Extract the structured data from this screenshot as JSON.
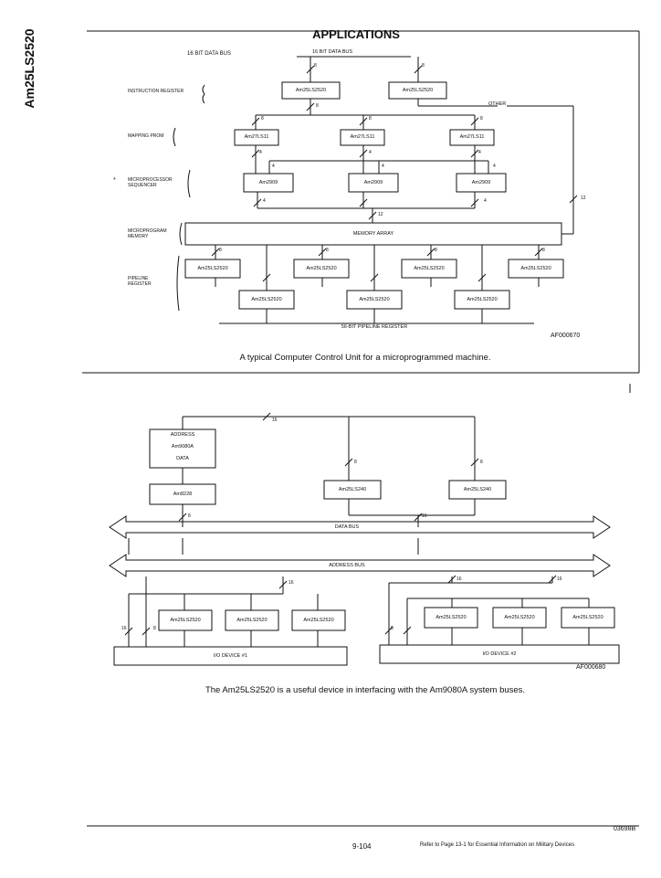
{
  "side_title": "Am25LS2520",
  "title": "APPLICATIONS",
  "fig1": {
    "bus_top": "16 BIT DATA BUS",
    "other": "OTHER",
    "rows": [
      "INSTRUCTION REGISTER",
      "MAPPING PROM",
      "MICROPROCESSOR\nSEQUENCER",
      "MICROPROGRAM\nMEMORY",
      "PIPELINE\nREGISTER"
    ],
    "star": "*",
    "instr_boxes": [
      "Am25LS2520",
      "Am25LS2520"
    ],
    "map_boxes": [
      "Am27LS11",
      "Am27LS11",
      "Am27LS11"
    ],
    "seq_boxes": [
      "Am2909",
      "Am2909",
      "Am2909"
    ],
    "memory": "MEMORY ARRAY",
    "pipe_top": [
      "Am25LS2520",
      "Am25LS2520",
      "Am25LS2520",
      "Am25LS2520"
    ],
    "pipe_bot": [
      "Am25LS2520",
      "Am25LS2520",
      "Am25LS2520"
    ],
    "bus_bottom": "56-BIT PIPELINE REGISTER",
    "labels": [
      "8",
      "8",
      "8",
      "8",
      "8",
      "8",
      "4",
      "4",
      "4",
      "4",
      "4",
      "4",
      "4",
      "4",
      "12",
      "12",
      "8",
      "8",
      "8",
      "8"
    ],
    "id": "AF000670",
    "caption": "A typical Computer Control Unit for a microprogrammed machine."
  },
  "fig2": {
    "cpu_box": [
      "ADDRESS",
      "Am9080A",
      "DATA"
    ],
    "ctrl_box": "Am8228",
    "right_boxes": [
      "Am25LS240",
      "Am25LS240"
    ],
    "data_bus": "DATA BUS",
    "address_bus": "ADDRESS BUS",
    "io1_boxes": [
      "Am25LS2520",
      "Am25LS2520",
      "Am25LS2520"
    ],
    "io2_boxes": [
      "Am25LS2520",
      "Am25LS2520",
      "Am25LS2520"
    ],
    "io1": "I/O DEVICE #1",
    "io2": "I/O DEVICE #2",
    "labels": [
      "16",
      "8",
      "8",
      "8",
      "16",
      "16",
      "16",
      "8",
      "16",
      "8",
      "16"
    ],
    "id": "AF000680",
    "caption": "The Am25LS2520 is a useful device in interfacing with the Am9080A system buses."
  },
  "footer": {
    "code": "03698B",
    "page": "9-104",
    "ref": "Refer to Page 13-1 for Essential Information on Military Devices"
  }
}
